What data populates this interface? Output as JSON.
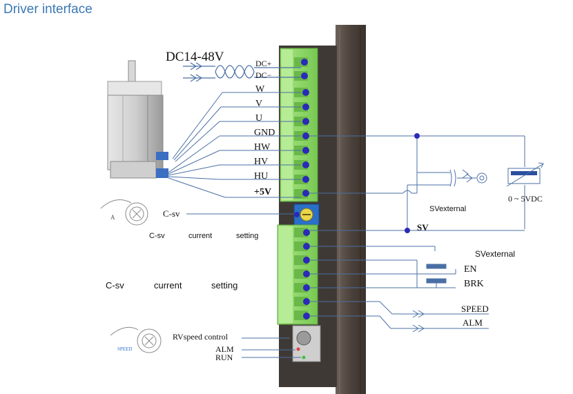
{
  "page_title": "Driver interface",
  "supply_label": "DC14-48V",
  "power_terminals": [
    "DC+",
    "DC−"
  ],
  "motor_terminals": [
    "W",
    "V",
    "U",
    "GND",
    "HW",
    "HV",
    "HU",
    "+5V"
  ],
  "csv_knob_label": "C-sv",
  "knob_letter": "A",
  "csv_caption_small": {
    "a": "C-sv",
    "b": "current",
    "c": "setting"
  },
  "csv_caption_large": {
    "a": "C-sv",
    "b": "current",
    "c": "setting"
  },
  "svexternal_pot_label": "SVexternal",
  "pot_range": "0 ~ 5VDC",
  "sv_label": "SV",
  "svexternal_switch_label": "SVexternal",
  "control_labels": [
    "EN",
    "BRK"
  ],
  "output_labels": [
    "SPEED",
    "ALM"
  ],
  "rv_label": "RVspeed control",
  "led_labels": [
    "ALM",
    "RUN"
  ],
  "speed_knob_label": "SPEED",
  "colors": {
    "title": "#3a78b5",
    "terminal": "#8fd86a",
    "pin": "#2a2ab8",
    "line": "#4a6fa5",
    "heatsink": "#5a4e45"
  }
}
